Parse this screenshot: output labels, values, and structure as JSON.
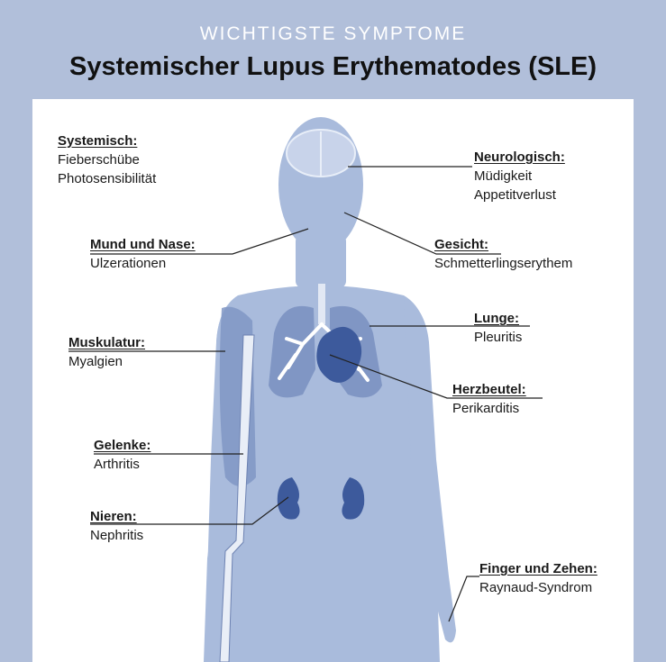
{
  "header": {
    "supertitle": "WICHTIGSTE SYMPTOME",
    "title": "Systemischer Lupus Erythematodes (SLE)"
  },
  "colors": {
    "frame": "#b1bfda",
    "body": "#a9bbdc",
    "organ": "#8096c4",
    "organ_dark": "#3d5a9c",
    "line": "#222222"
  },
  "labels": {
    "systemisch": {
      "heading": "Systemisch:",
      "lines": [
        "Fieberschübe",
        "Photosensibilität"
      ]
    },
    "neurologisch": {
      "heading": "Neurologisch:",
      "lines": [
        "Müdigkeit",
        "Appetitverlust"
      ]
    },
    "mund_nase": {
      "heading": "Mund und Nase:",
      "lines": [
        "Ulzerationen"
      ]
    },
    "gesicht": {
      "heading": "Gesicht:",
      "lines": [
        "Schmetterlingserythem"
      ]
    },
    "lunge": {
      "heading": "Lunge:",
      "lines": [
        "Pleuritis"
      ]
    },
    "muskulatur": {
      "heading": "Muskulatur:",
      "lines": [
        "Myalgien"
      ]
    },
    "herzbeutel": {
      "heading": "Herzbeutel:",
      "lines": [
        "Perikarditis"
      ]
    },
    "gelenke": {
      "heading": "Gelenke:",
      "lines": [
        "Arthritis"
      ]
    },
    "nieren": {
      "heading": "Nieren:",
      "lines": [
        "Nephritis"
      ]
    },
    "finger_zehen": {
      "heading": "Finger und Zehen:",
      "lines": [
        "Raynaud-Syndrom"
      ]
    }
  }
}
